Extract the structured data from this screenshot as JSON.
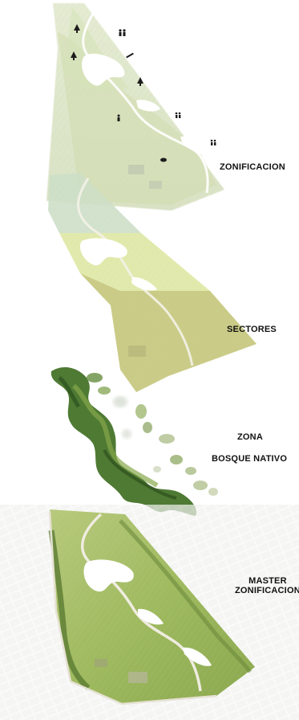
{
  "layers": [
    {
      "id": "zonificacion",
      "label": "ZONIFICACION"
    },
    {
      "id": "sectores",
      "label": "SECTORES"
    },
    {
      "id": "bosque",
      "label_line1": "ZONA",
      "label_line2": "BOSQUE NATIVO"
    },
    {
      "id": "master",
      "label_line1": "MASTER",
      "label_line2": "ZONIFICACION"
    }
  ],
  "colors": {
    "zonificacion_fill": "#dfe6c9",
    "sectores_top": "#cfe0c8",
    "sectores_mid": "#dde8a6",
    "sectores_bottom": "#c6c67e",
    "forest_dark": "#3f6b2a",
    "forest_light": "#8fb04f",
    "master_fill": "#a9c06a",
    "water": "#ffffff",
    "path": "#e7e2d2"
  },
  "icons": [
    "tree-icon",
    "people-icon",
    "bench-icon"
  ]
}
